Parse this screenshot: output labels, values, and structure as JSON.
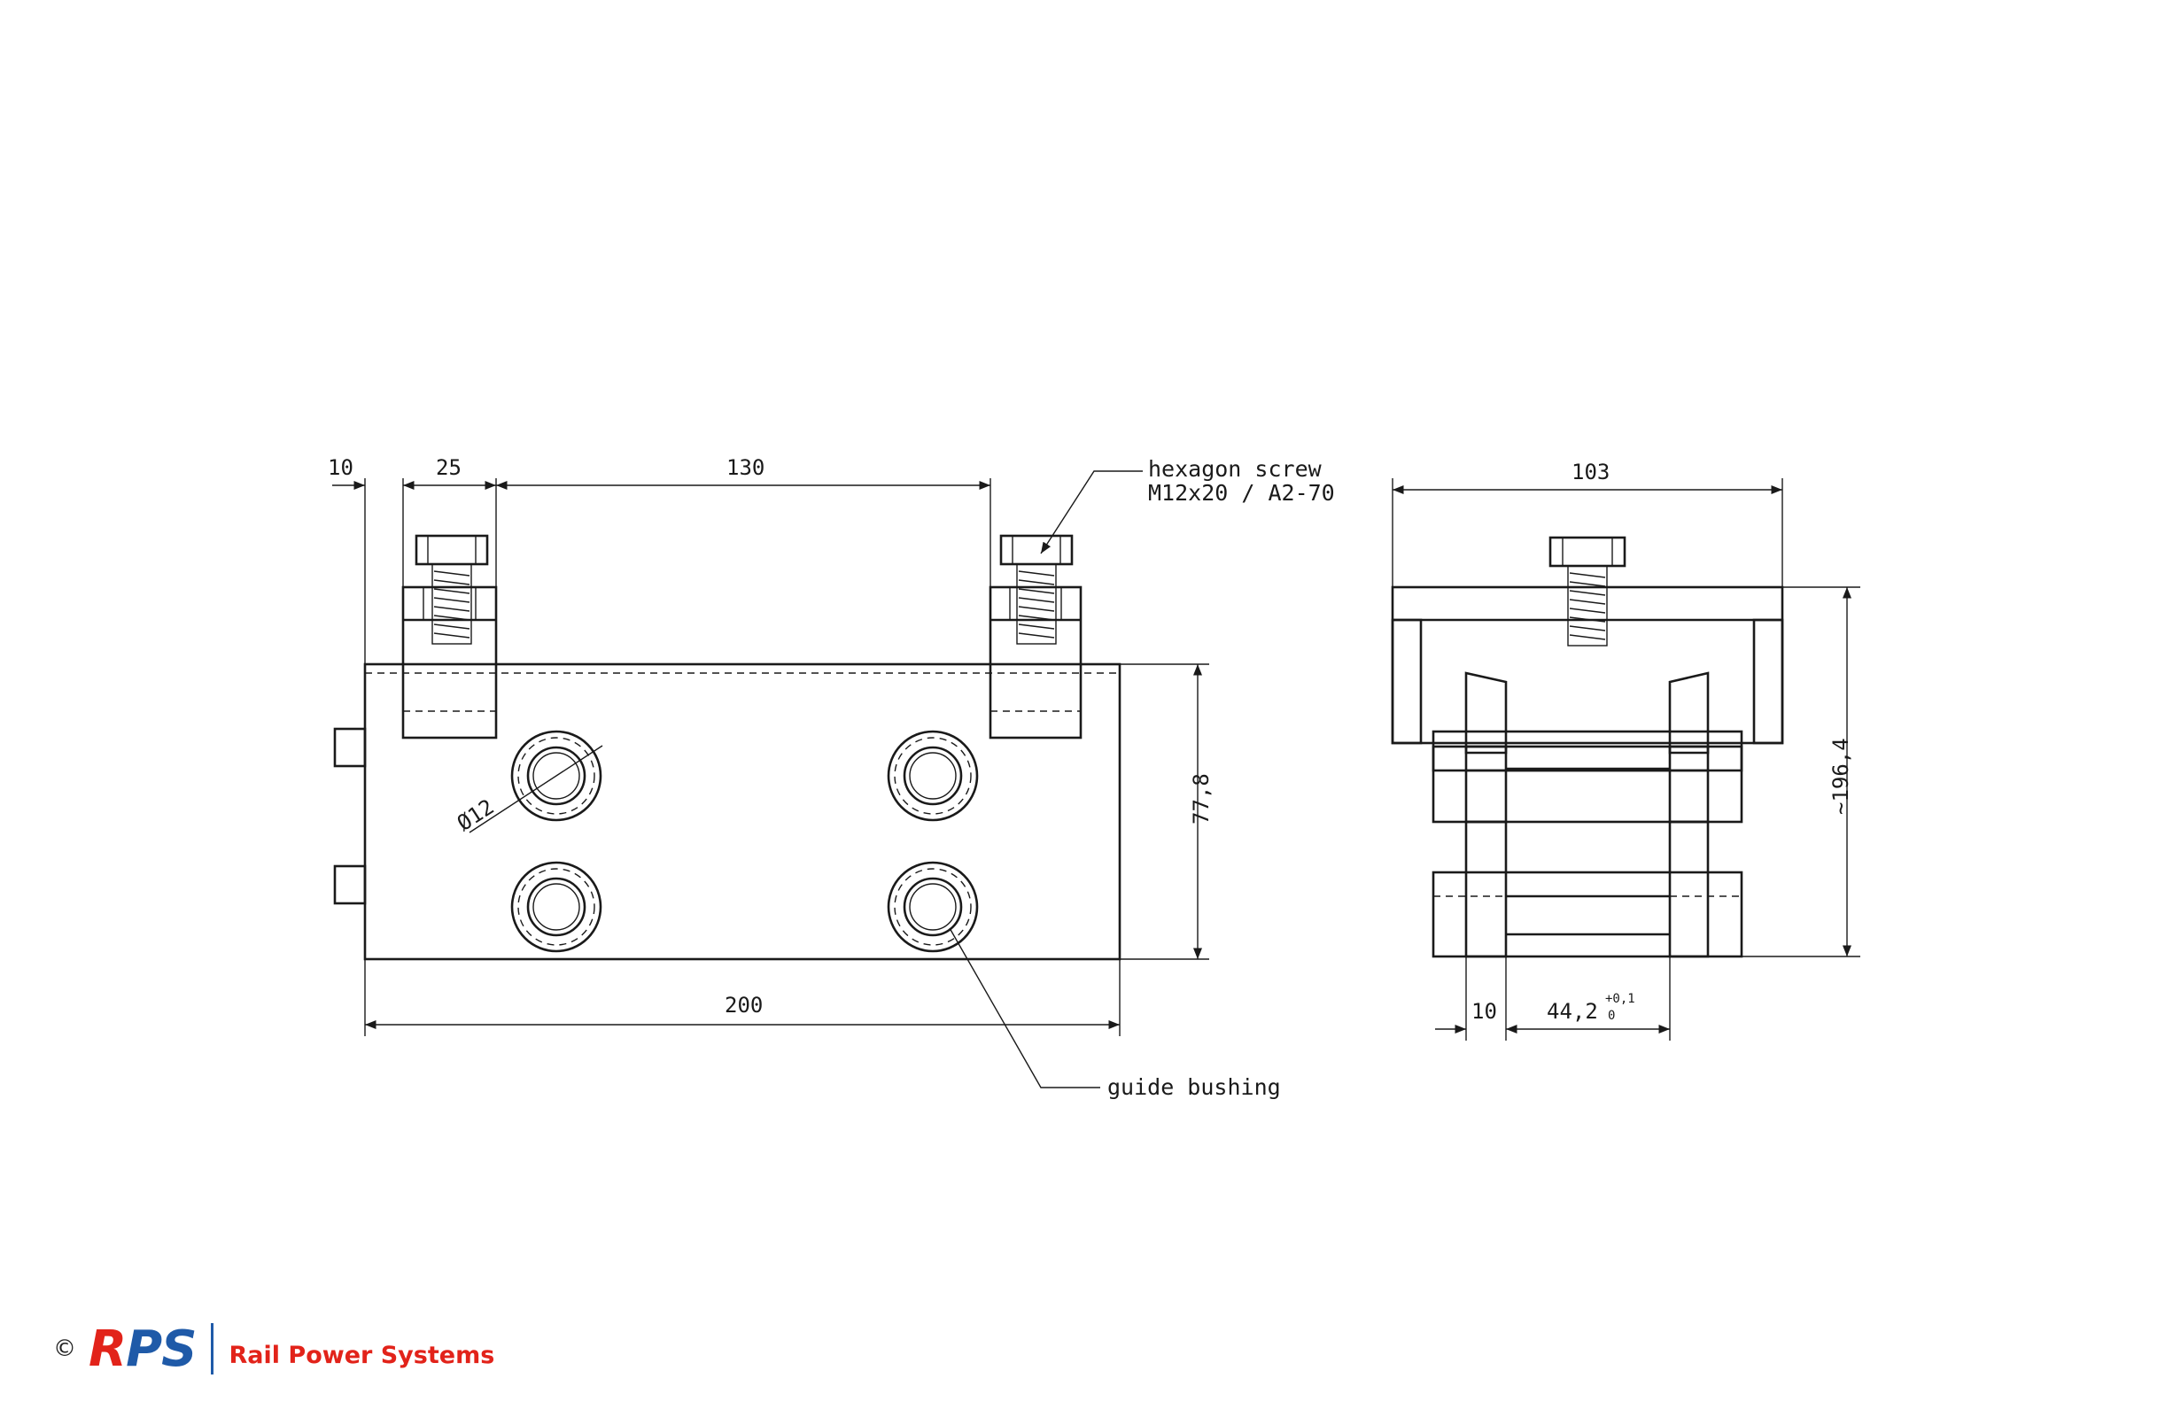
{
  "dimensions": {
    "d10": "10",
    "d25": "25",
    "d130": "130",
    "d103": "103",
    "d200": "200",
    "d778": "77,8",
    "d1964": "~196,4",
    "dia12": "Ø12",
    "d10b": "10",
    "d442": "44,2",
    "tol_upper": "+0,1",
    "tol_lower": "0"
  },
  "notes": {
    "screw_line1": "hexagon screw",
    "screw_line2": "M12x20 / A2-70",
    "bushing": "guide bushing"
  },
  "footer": {
    "copyright": "©",
    "logo_r": "R",
    "logo_ps": "PS",
    "brand": "Rail Power Systems"
  },
  "colors": {
    "logo_blue": "#1f5aa8",
    "logo_red": "#e2231a",
    "line": "#1a1a1a"
  }
}
